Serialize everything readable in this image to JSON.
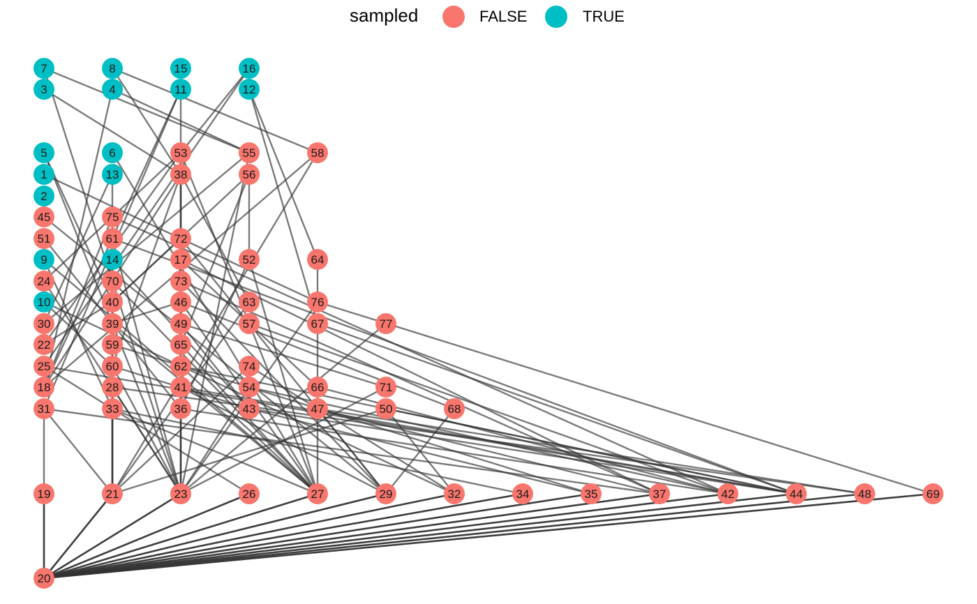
{
  "legend": {
    "title": "sampled",
    "items": [
      {
        "label": "FALSE",
        "color": "#F8766D"
      },
      {
        "label": "TRUE",
        "color": "#00BFC4"
      }
    ]
  },
  "colors": {
    "false": "#F8766D",
    "true": "#00BFC4",
    "edge": "#333333",
    "node_text": "#1a1a1a"
  },
  "nodes": [
    {
      "id": "7",
      "sampled": true
    },
    {
      "id": "8",
      "sampled": true
    },
    {
      "id": "15",
      "sampled": true
    },
    {
      "id": "16",
      "sampled": true
    },
    {
      "id": "3",
      "sampled": true
    },
    {
      "id": "4",
      "sampled": true
    },
    {
      "id": "11",
      "sampled": true
    },
    {
      "id": "12",
      "sampled": true
    },
    {
      "id": "5",
      "sampled": true
    },
    {
      "id": "6",
      "sampled": true
    },
    {
      "id": "53",
      "sampled": false
    },
    {
      "id": "55",
      "sampled": false
    },
    {
      "id": "58",
      "sampled": false
    },
    {
      "id": "1",
      "sampled": true
    },
    {
      "id": "13",
      "sampled": true
    },
    {
      "id": "38",
      "sampled": false
    },
    {
      "id": "56",
      "sampled": false
    },
    {
      "id": "2",
      "sampled": true
    },
    {
      "id": "45",
      "sampled": false
    },
    {
      "id": "75",
      "sampled": false
    },
    {
      "id": "51",
      "sampled": false
    },
    {
      "id": "61",
      "sampled": false
    },
    {
      "id": "72",
      "sampled": false
    },
    {
      "id": "9",
      "sampled": true
    },
    {
      "id": "14",
      "sampled": true
    },
    {
      "id": "17",
      "sampled": false
    },
    {
      "id": "52",
      "sampled": false
    },
    {
      "id": "64",
      "sampled": false
    },
    {
      "id": "24",
      "sampled": false
    },
    {
      "id": "70",
      "sampled": false
    },
    {
      "id": "73",
      "sampled": false
    },
    {
      "id": "10",
      "sampled": true
    },
    {
      "id": "40",
      "sampled": false
    },
    {
      "id": "46",
      "sampled": false
    },
    {
      "id": "63",
      "sampled": false
    },
    {
      "id": "76",
      "sampled": false
    },
    {
      "id": "30",
      "sampled": false
    },
    {
      "id": "39",
      "sampled": false
    },
    {
      "id": "49",
      "sampled": false
    },
    {
      "id": "57",
      "sampled": false
    },
    {
      "id": "67",
      "sampled": false
    },
    {
      "id": "77",
      "sampled": false
    },
    {
      "id": "22",
      "sampled": false
    },
    {
      "id": "59",
      "sampled": false
    },
    {
      "id": "65",
      "sampled": false
    },
    {
      "id": "25",
      "sampled": false
    },
    {
      "id": "60",
      "sampled": false
    },
    {
      "id": "62",
      "sampled": false
    },
    {
      "id": "74",
      "sampled": false
    },
    {
      "id": "18",
      "sampled": false
    },
    {
      "id": "28",
      "sampled": false
    },
    {
      "id": "41",
      "sampled": false
    },
    {
      "id": "54",
      "sampled": false
    },
    {
      "id": "66",
      "sampled": false
    },
    {
      "id": "71",
      "sampled": false
    },
    {
      "id": "31",
      "sampled": false
    },
    {
      "id": "33",
      "sampled": false
    },
    {
      "id": "36",
      "sampled": false
    },
    {
      "id": "43",
      "sampled": false
    },
    {
      "id": "47",
      "sampled": false
    },
    {
      "id": "50",
      "sampled": false
    },
    {
      "id": "68",
      "sampled": false
    },
    {
      "id": "19",
      "sampled": false
    },
    {
      "id": "21",
      "sampled": false
    },
    {
      "id": "23",
      "sampled": false
    },
    {
      "id": "26",
      "sampled": false
    },
    {
      "id": "27",
      "sampled": false
    },
    {
      "id": "29",
      "sampled": false
    },
    {
      "id": "32",
      "sampled": false
    },
    {
      "id": "34",
      "sampled": false
    },
    {
      "id": "35",
      "sampled": false
    },
    {
      "id": "37",
      "sampled": false
    },
    {
      "id": "42",
      "sampled": false
    },
    {
      "id": "44",
      "sampled": false
    },
    {
      "id": "48",
      "sampled": false
    },
    {
      "id": "69",
      "sampled": false
    },
    {
      "id": "20",
      "sampled": false
    }
  ],
  "edges": [
    [
      "19",
      "20"
    ],
    [
      "21",
      "20"
    ],
    [
      "23",
      "20"
    ],
    [
      "26",
      "20"
    ],
    [
      "27",
      "20"
    ],
    [
      "29",
      "20"
    ],
    [
      "32",
      "20"
    ],
    [
      "34",
      "20"
    ],
    [
      "35",
      "20"
    ],
    [
      "37",
      "20"
    ],
    [
      "42",
      "20"
    ],
    [
      "44",
      "20"
    ],
    [
      "48",
      "20"
    ],
    [
      "69",
      "20"
    ],
    [
      "11",
      "23"
    ],
    [
      "31",
      "19"
    ],
    [
      "7",
      "23"
    ],
    [
      "3",
      "38"
    ],
    [
      "7",
      "55"
    ],
    [
      "8",
      "58"
    ],
    [
      "8",
      "38"
    ],
    [
      "4",
      "18"
    ],
    [
      "4",
      "55"
    ],
    [
      "16",
      "53"
    ],
    [
      "16",
      "25"
    ],
    [
      "11",
      "18"
    ],
    [
      "11",
      "31"
    ],
    [
      "12",
      "64"
    ],
    [
      "12",
      "67"
    ],
    [
      "5",
      "40"
    ],
    [
      "5",
      "23"
    ],
    [
      "6",
      "27"
    ],
    [
      "1",
      "72"
    ],
    [
      "13",
      "75"
    ],
    [
      "13",
      "30"
    ],
    [
      "53",
      "27"
    ],
    [
      "53",
      "36"
    ],
    [
      "38",
      "23"
    ],
    [
      "38",
      "63"
    ],
    [
      "55",
      "23"
    ],
    [
      "56",
      "52"
    ],
    [
      "58",
      "21"
    ],
    [
      "58",
      "18"
    ],
    [
      "75",
      "21"
    ],
    [
      "75",
      "42"
    ],
    [
      "45",
      "29"
    ],
    [
      "51",
      "36"
    ],
    [
      "61",
      "44"
    ],
    [
      "72",
      "76"
    ],
    [
      "72",
      "57"
    ],
    [
      "9",
      "33"
    ],
    [
      "9",
      "27"
    ],
    [
      "14",
      "43"
    ],
    [
      "14",
      "21"
    ],
    [
      "17",
      "37"
    ],
    [
      "17",
      "66"
    ],
    [
      "52",
      "36"
    ],
    [
      "52",
      "27"
    ],
    [
      "64",
      "76"
    ],
    [
      "24",
      "23"
    ],
    [
      "24",
      "53"
    ],
    [
      "70",
      "27"
    ],
    [
      "73",
      "29"
    ],
    [
      "73",
      "37"
    ],
    [
      "10",
      "32"
    ],
    [
      "10",
      "60"
    ],
    [
      "40",
      "56"
    ],
    [
      "40",
      "72"
    ],
    [
      "46",
      "68"
    ],
    [
      "46",
      "27"
    ],
    [
      "63",
      "21"
    ],
    [
      "76",
      "69"
    ],
    [
      "76",
      "23"
    ],
    [
      "30",
      "55"
    ],
    [
      "39",
      "27"
    ],
    [
      "39",
      "46"
    ],
    [
      "49",
      "71"
    ],
    [
      "57",
      "29"
    ],
    [
      "67",
      "44"
    ],
    [
      "67",
      "66"
    ],
    [
      "77",
      "23"
    ],
    [
      "22",
      "53"
    ],
    [
      "22",
      "40"
    ],
    [
      "59",
      "21"
    ],
    [
      "59",
      "35"
    ],
    [
      "65",
      "56"
    ],
    [
      "25",
      "26"
    ],
    [
      "25",
      "44"
    ],
    [
      "60",
      "43"
    ],
    [
      "60",
      "38"
    ],
    [
      "62",
      "27"
    ],
    [
      "74",
      "32"
    ],
    [
      "74",
      "21"
    ],
    [
      "18",
      "75"
    ],
    [
      "18",
      "38"
    ],
    [
      "28",
      "48"
    ],
    [
      "28",
      "23"
    ],
    [
      "41",
      "44"
    ],
    [
      "41",
      "29"
    ],
    [
      "54",
      "23"
    ],
    [
      "66",
      "27"
    ],
    [
      "66",
      "42"
    ],
    [
      "71",
      "23"
    ],
    [
      "33",
      "27"
    ],
    [
      "33",
      "34"
    ],
    [
      "36",
      "23"
    ],
    [
      "36",
      "42"
    ],
    [
      "43",
      "35"
    ],
    [
      "47",
      "29"
    ],
    [
      "47",
      "37"
    ],
    [
      "50",
      "32"
    ],
    [
      "50",
      "21"
    ],
    [
      "68",
      "29"
    ],
    [
      "31",
      "37"
    ],
    [
      "31",
      "21"
    ],
    [
      "33",
      "21"
    ],
    [
      "60",
      "23"
    ],
    [
      "61",
      "23"
    ],
    [
      "65",
      "27"
    ],
    [
      "57",
      "42"
    ],
    [
      "54",
      "42"
    ],
    [
      "43",
      "44"
    ],
    [
      "47",
      "48"
    ],
    [
      "50",
      "44"
    ],
    [
      "49",
      "43"
    ],
    [
      "62",
      "44"
    ],
    [
      "70",
      "40"
    ],
    [
      "72",
      "17"
    ]
  ]
}
